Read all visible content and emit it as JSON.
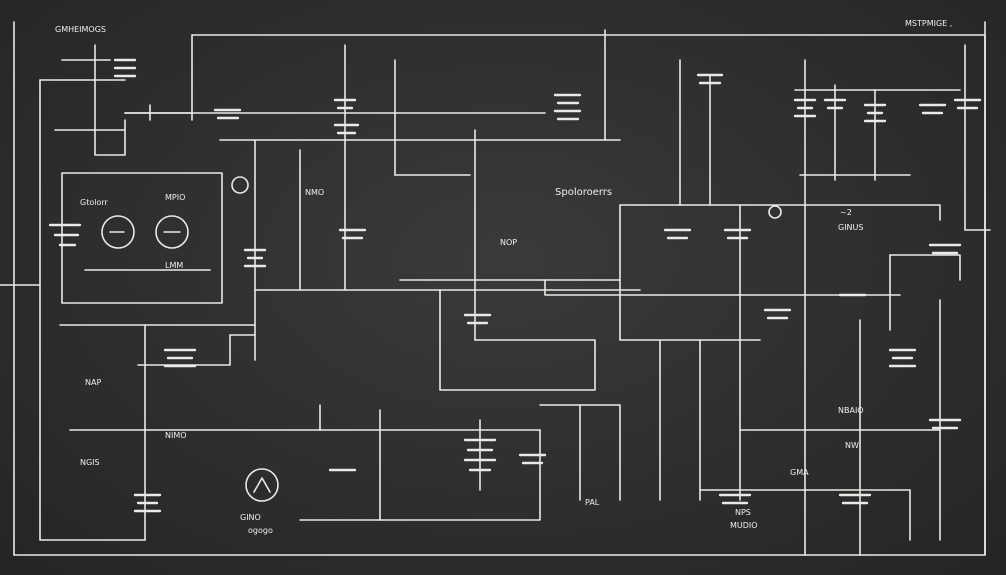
{
  "diagram": {
    "background_color": "#2e2e2e",
    "line_color": "#e9e9e6",
    "labels": {
      "top_left_title": "GMHEIMOGS",
      "top_right_label": "MSTPMIGE ,",
      "center_title": "Spoloroerrs",
      "left_block_title": "Gtolorr",
      "left_block_sub": "MPIO",
      "left_block_bottom": "LMM",
      "right_upper": "GINUS",
      "right_upper_num": "~2",
      "bottom_right_1": "NPS",
      "bottom_right_2": "MUDIO",
      "bottom_left_1": "GINO",
      "bottom_left_2": "ogogo",
      "mid_label_1": "NMO",
      "mid_label_2": "NOP",
      "mid_label_3": "NIMO",
      "bottom_mid": "GMA",
      "bottom_center": "PAL",
      "left_side_1": "NAP",
      "left_side_2": "NGIS",
      "right_side_1": "NBAIO",
      "right_side_2": "NW"
    }
  }
}
